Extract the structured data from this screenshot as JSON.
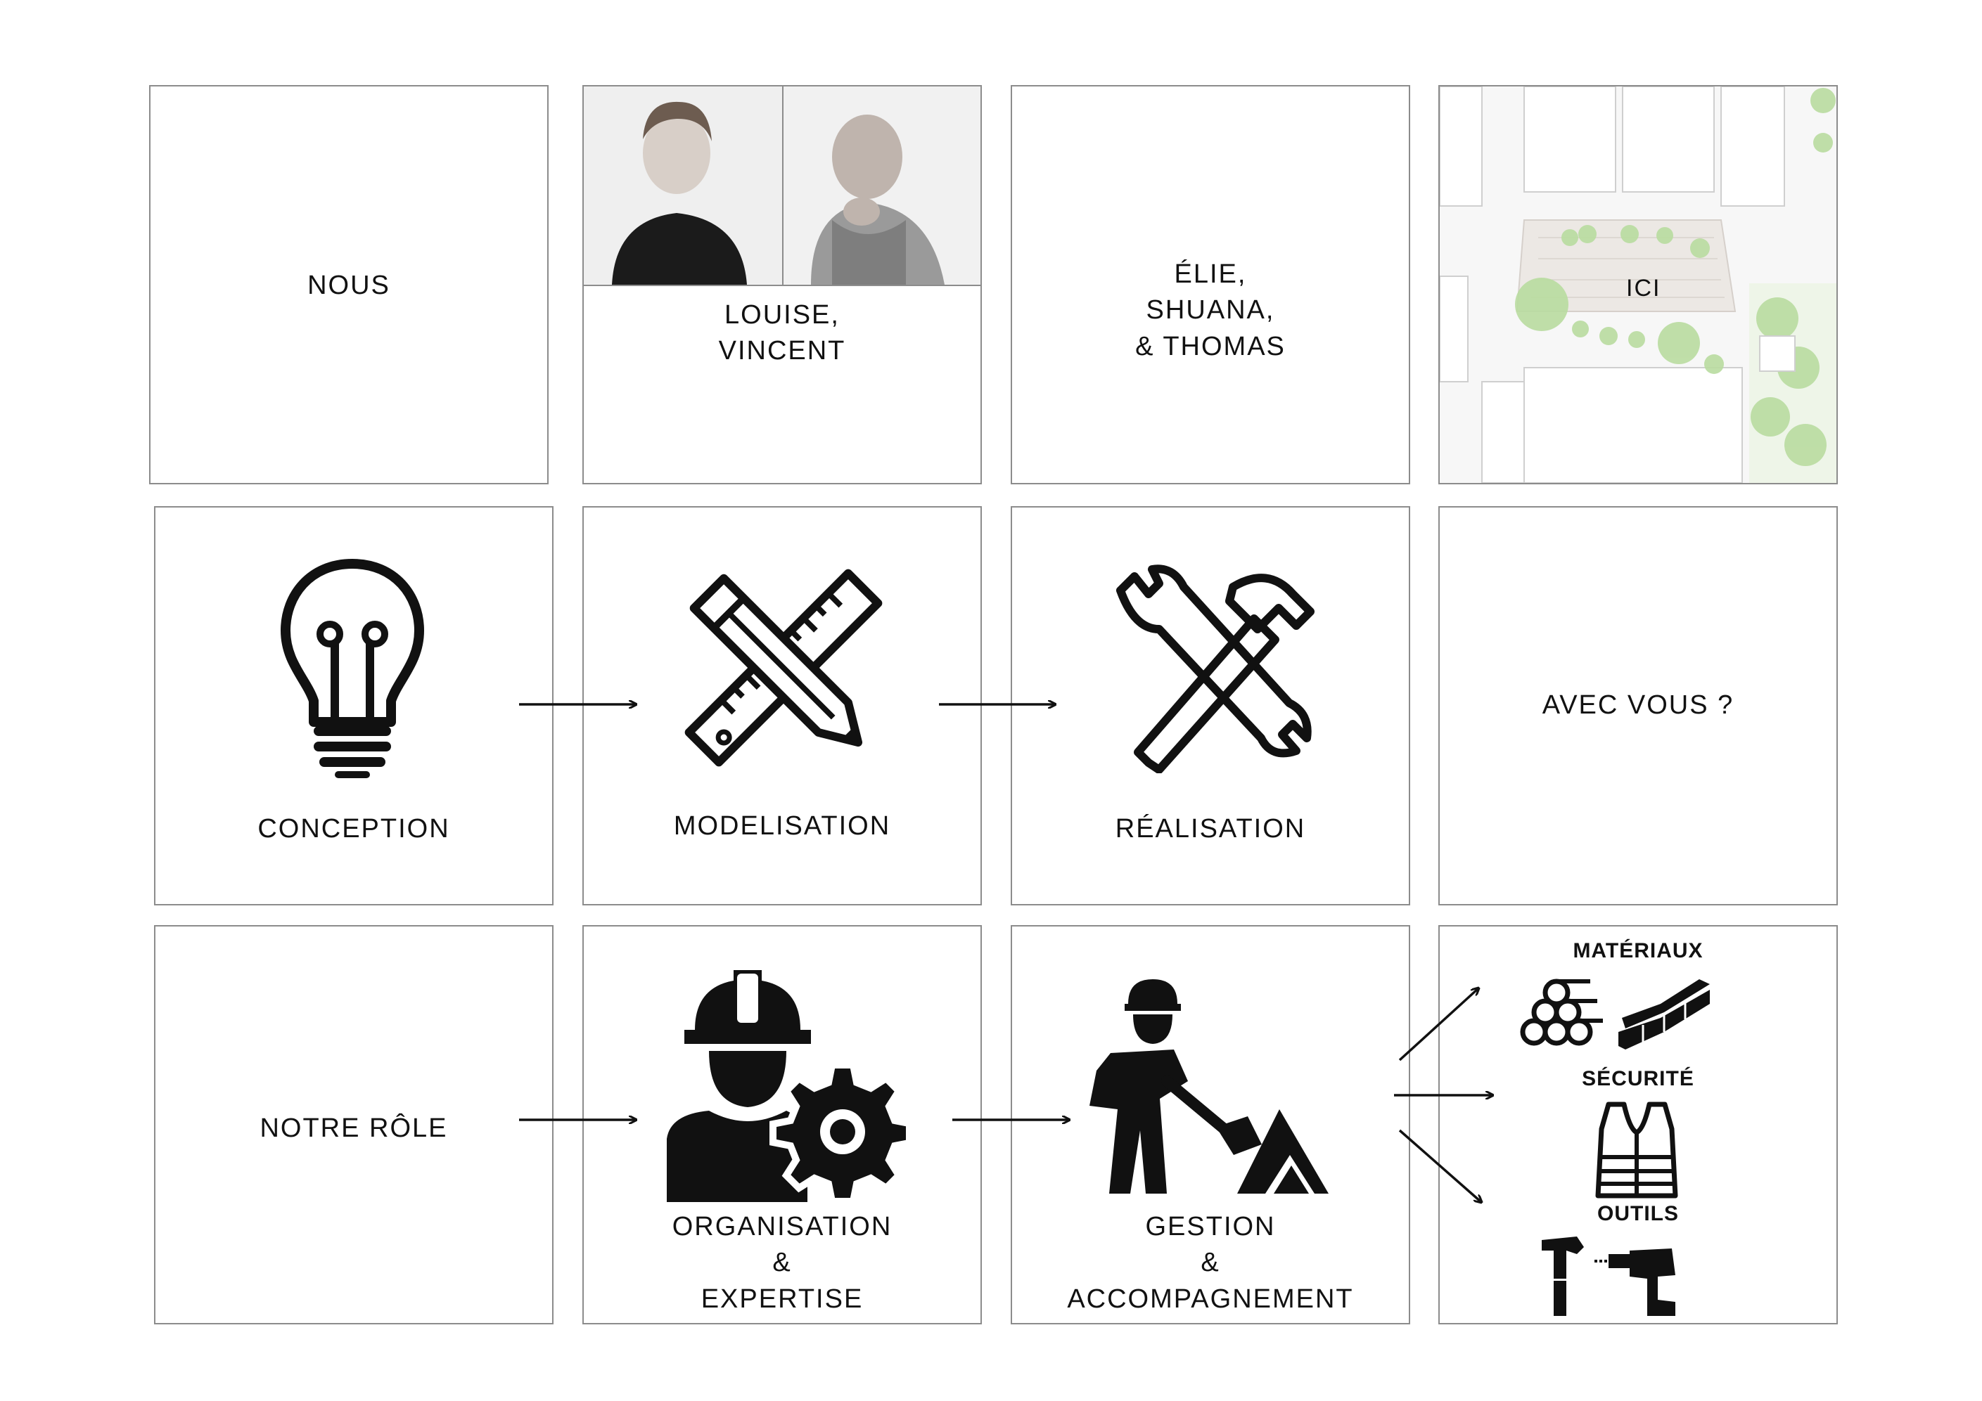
{
  "tiles": {
    "nous": "NOUS",
    "team_a": "LOUISE,\nVINCENT",
    "team_b": "ÉLIE,\nSHUANA,\n& THOMAS",
    "map_label": "ICI",
    "conception": "CONCEPTION",
    "modelisation": "MODELISATION",
    "realisation": "RÉALISATION",
    "avec_vous": "AVEC VOUS ?",
    "notre_role": "NOTRE RÔLE",
    "organisation": "ORGANISATION\n&\nEXPERTISE",
    "gestion": "GESTION\n&\nACCOMPAGNEMENT"
  },
  "resources": {
    "materiaux": "MATÉRIAUX",
    "securite": "SÉCURITÉ",
    "outils": "OUTILS"
  },
  "icons": {
    "idea": "lightbulb-icon",
    "design": "ruler-pencil-icon",
    "build": "wrench-hammer-icon",
    "organize": "worker-gear-icon",
    "manage": "worker-shovel-icon",
    "materials": "logs-bricks-icon",
    "safety": "safety-vest-icon",
    "tools": "hammer-drill-icon"
  },
  "colors": {
    "border": "#8c8c8c",
    "ink": "#111111",
    "map_green": "#b9dca0",
    "map_plaza": "#ece8e4"
  }
}
